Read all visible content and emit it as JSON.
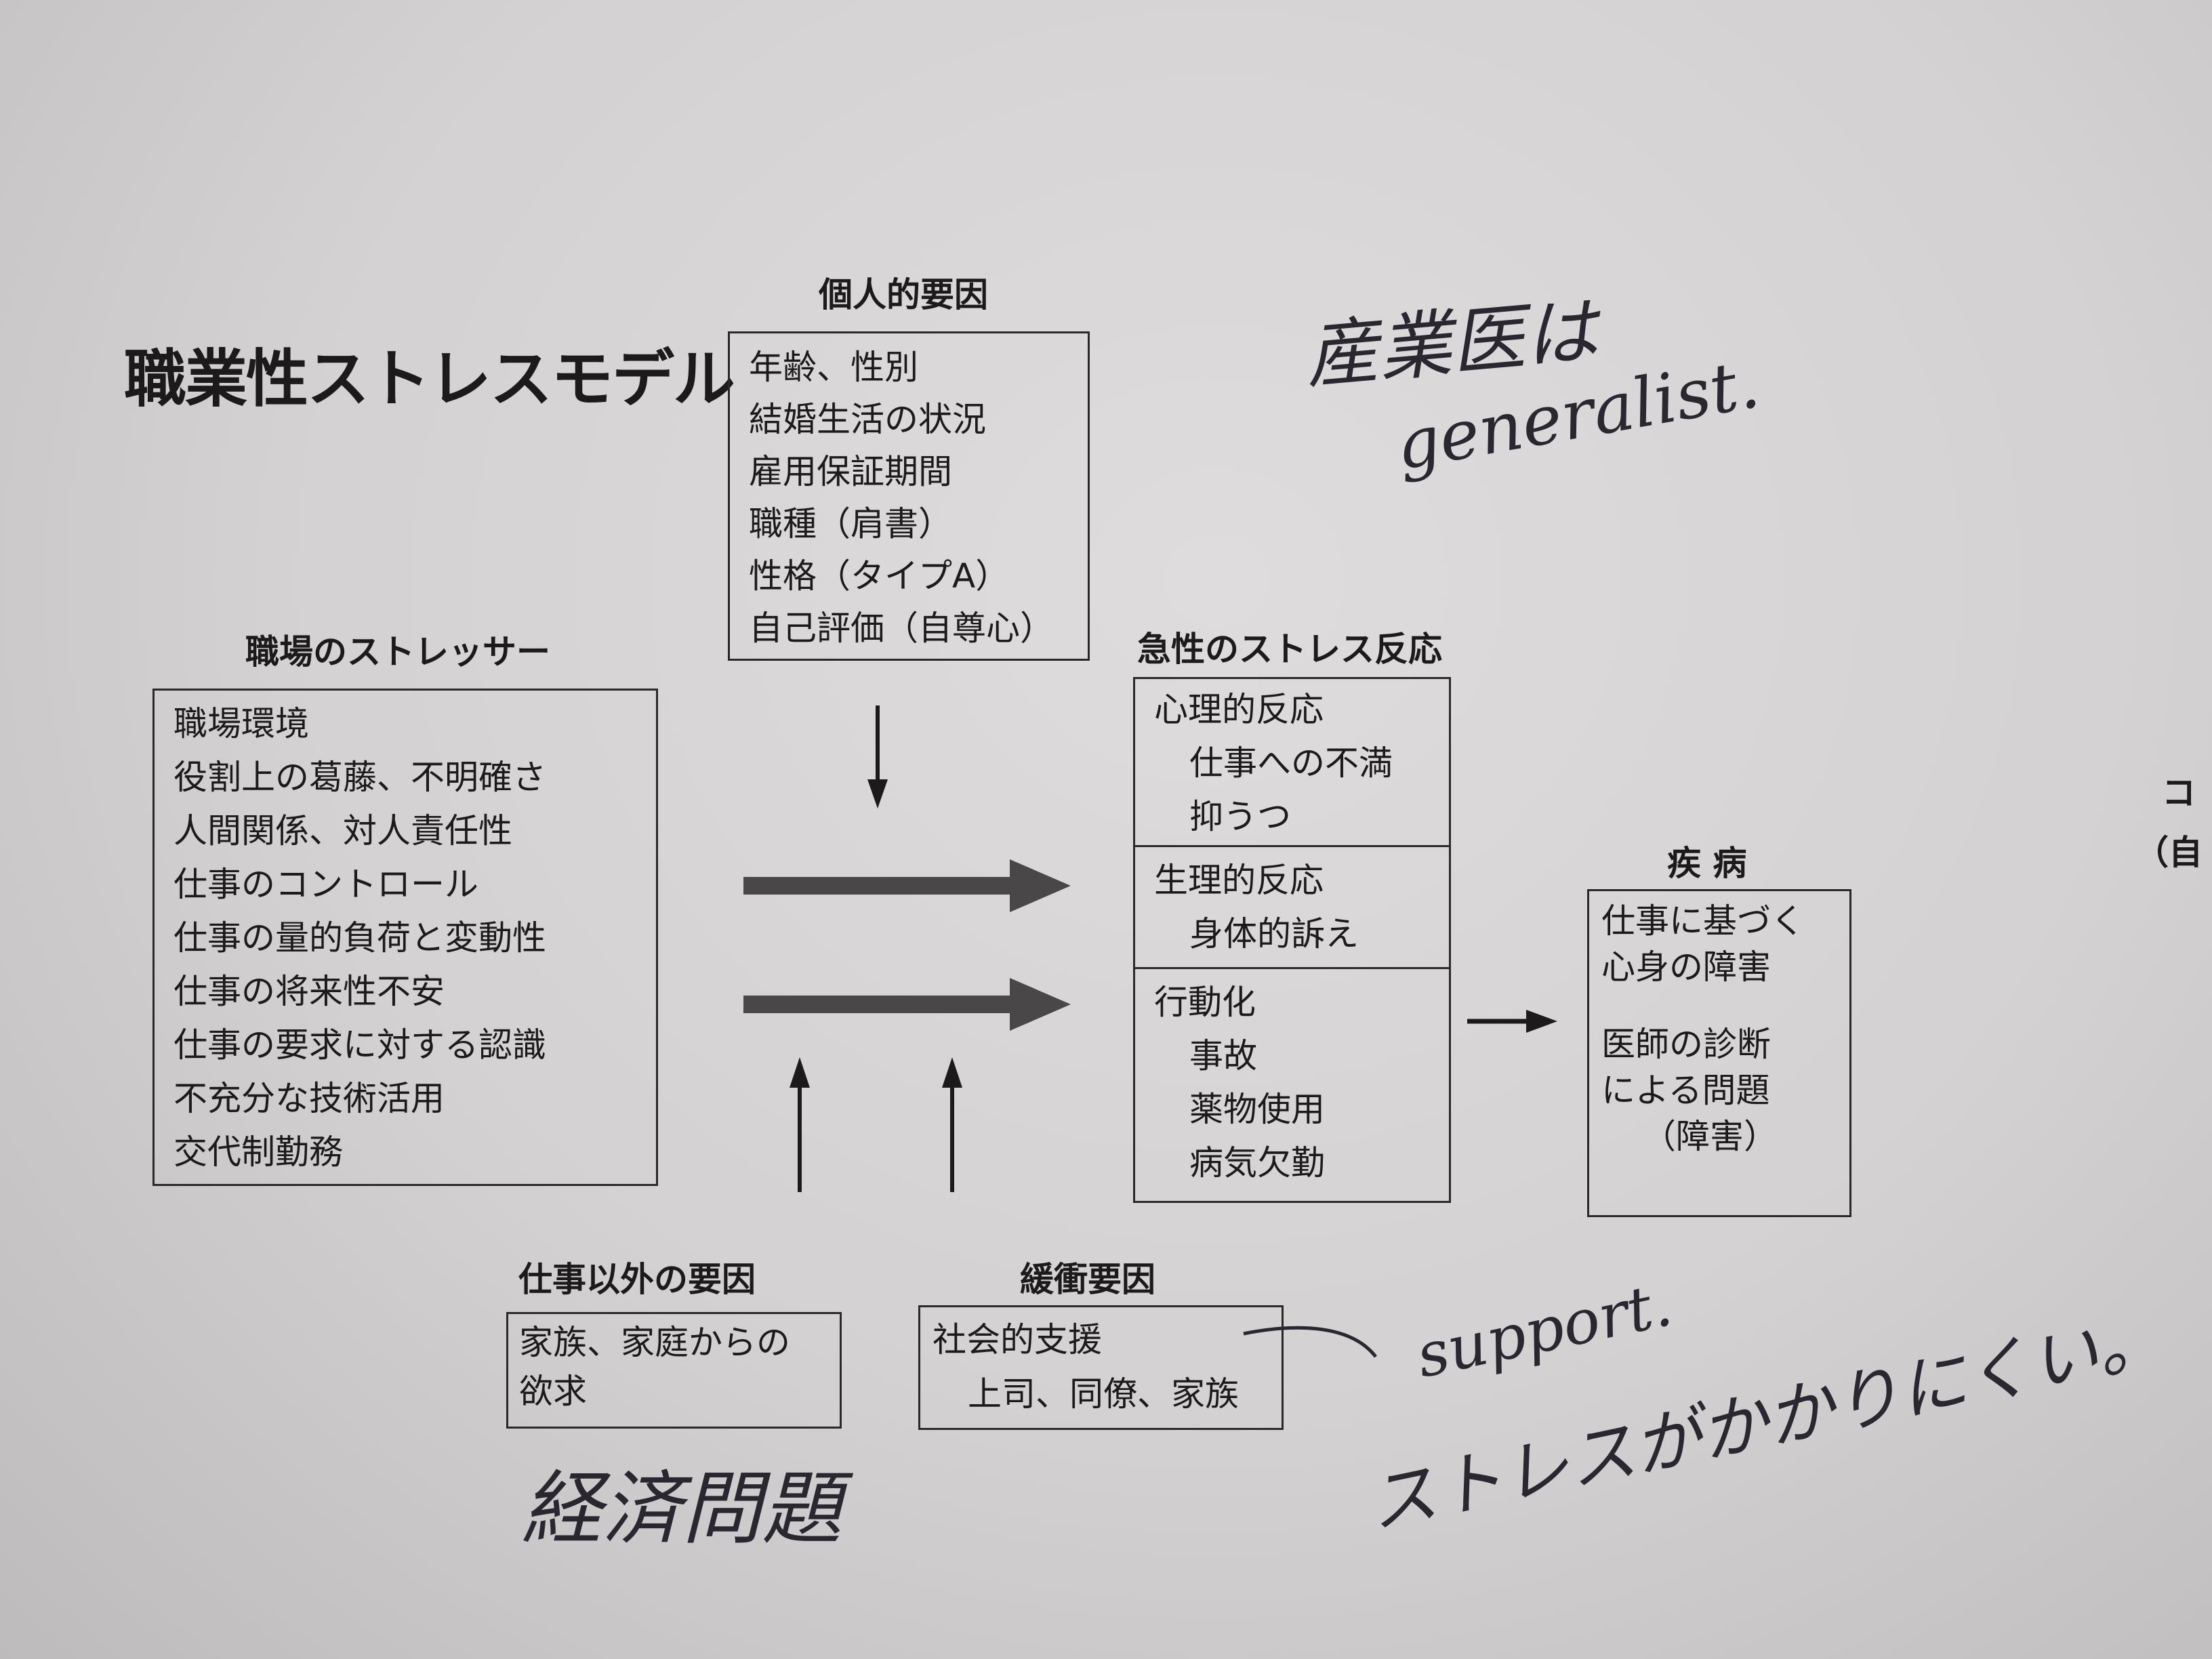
{
  "title": "職業性ストレスモデル",
  "personal_factors": {
    "header": "個人的要因",
    "items": [
      "年齢、性別",
      "結婚生活の状況",
      "雇用保証期間",
      "職種（肩書）",
      "性格（タイプA）",
      "自己評価（自尊心）"
    ]
  },
  "workplace_stressors": {
    "header": "職場のストレッサー",
    "items": [
      "職場環境",
      "役割上の葛藤、不明確さ",
      "人間関係、対人責任性",
      "仕事のコントロール",
      "仕事の量的負荷と変動性",
      "仕事の将来性不安",
      "仕事の要求に対する認識",
      "不充分な技術活用",
      "交代制勤務"
    ]
  },
  "acute_stress_response": {
    "header": "急性のストレス反応",
    "sections": [
      {
        "title": "心理的反応",
        "items": [
          "仕事への不満",
          "抑うつ"
        ]
      },
      {
        "title": "生理的反応",
        "items": [
          "身体的訴え"
        ]
      },
      {
        "title": "行動化",
        "items": [
          "事故",
          "薬物使用",
          "病気欠勤"
        ]
      }
    ]
  },
  "disease": {
    "header": "疾 病",
    "lines": [
      "仕事に基づく",
      "心身の障害",
      "医師の診断",
      "による問題",
      "（障害）"
    ]
  },
  "non_work_factors": {
    "header": "仕事以外の要因",
    "lines": [
      "家族、家庭からの",
      "欲求"
    ]
  },
  "buffer_factors": {
    "header": "緩衝要因",
    "lines": [
      "社会的支援",
      "上司、同僚、家族"
    ]
  },
  "edge_text": {
    "line1": "コ",
    "line2": "（自"
  },
  "handwritten": {
    "note1": "産業医は",
    "note2": "generalist.",
    "note3": "support.",
    "note4": "ストレスがかかりにくい。",
    "note5": "経済問題"
  }
}
